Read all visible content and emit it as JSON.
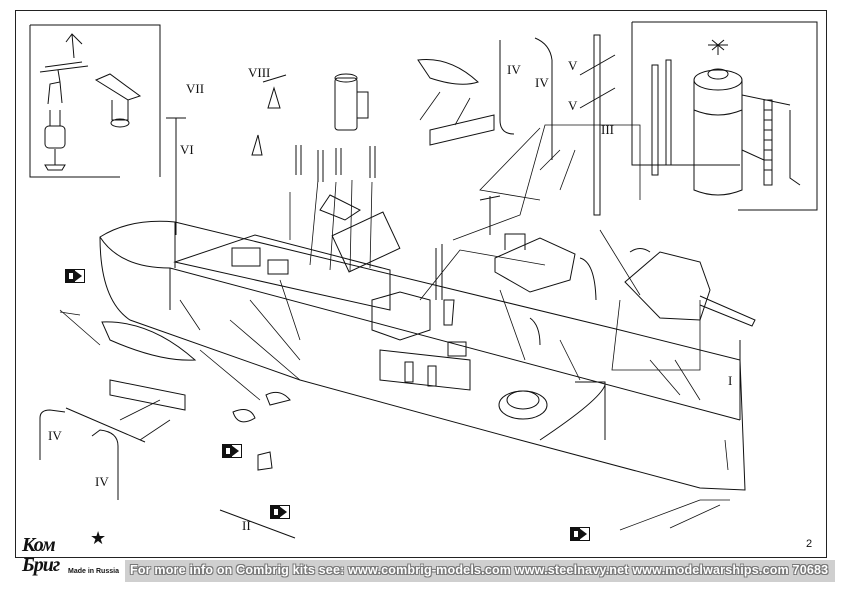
{
  "sheet": {
    "page_number": "2",
    "footer_text": "For more info on Combrig kits see: www.combrig-models.com www.steelnavy.net  www.modelwarships.com  70683"
  },
  "logo": {
    "top": "Ком",
    "bottom": "Бриг",
    "sub": "Made in Russia"
  },
  "labels": {
    "iv_a": "IV",
    "iv_b": "IV",
    "iv_c": "IV",
    "iv_d": "IV",
    "v_a": "V",
    "v_b": "V",
    "vi": "VI",
    "vii": "VII",
    "viii": "VIII",
    "iii": "III",
    "ii": "II",
    "i": "I"
  },
  "icons": [
    "hull-icon",
    "funnel-icon",
    "gun-icon",
    "mast-icon",
    "lifeboat-icon",
    "ventilator-icon",
    "flag-marker-icon"
  ]
}
